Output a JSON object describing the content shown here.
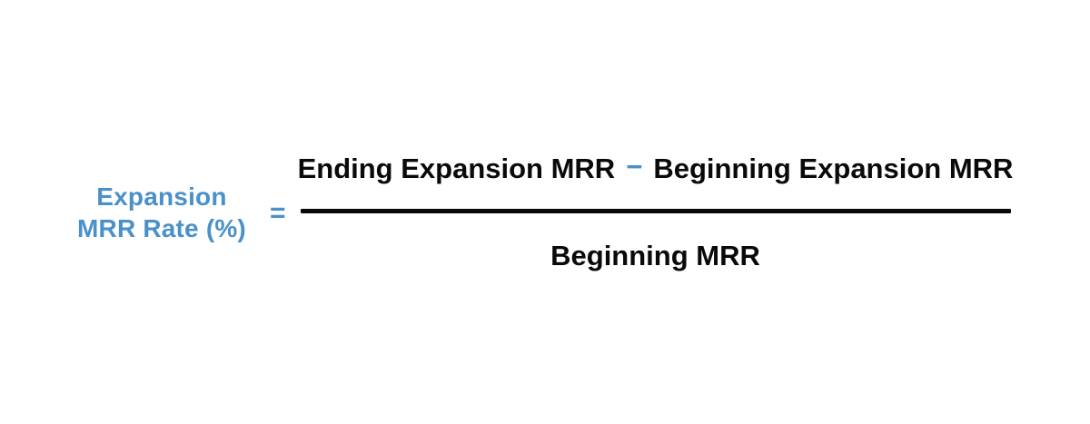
{
  "formula": {
    "label_line1": "Expansion",
    "label_line2": "MRR Rate (%)",
    "equals": "=",
    "numerator_left": "Ending Expansion MRR",
    "operator_minus": "−",
    "numerator_right": "Beginning Expansion MRR",
    "denominator": "Beginning MRR"
  },
  "colors": {
    "accent_blue": "#4a90c9",
    "text_black": "#0a0a0a",
    "background": "#ffffff"
  }
}
